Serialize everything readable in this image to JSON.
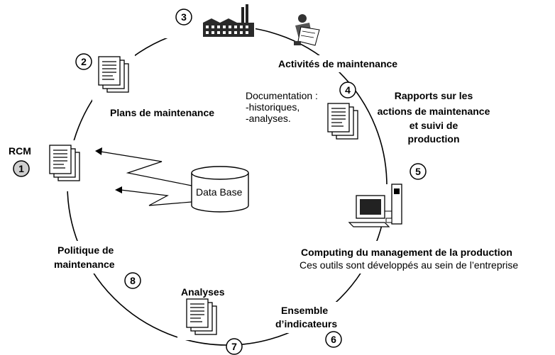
{
  "steps": [
    {
      "number": "1",
      "label": "RCM"
    },
    {
      "number": "2",
      "label": "Plans de maintenance"
    },
    {
      "number": "3",
      "label": "Activités de maintenance"
    },
    {
      "number": "4",
      "label_lines": [
        "Rapports sur les",
        "actions de maintenance",
        "et suivi de",
        "production"
      ]
    },
    {
      "number": "5",
      "label_lines": [
        "Computing du management de la production",
        "Ces outils sont développés au sein de l’entreprise"
      ]
    },
    {
      "number": "6",
      "label_lines": [
        "Ensemble",
        "d’indicateurs"
      ]
    },
    {
      "number": "7",
      "label": "Analyses"
    },
    {
      "number": "8",
      "label_lines": [
        "Politique de",
        "maintenance"
      ]
    }
  ],
  "documentation": [
    "Documentation :",
    "-historiques,",
    "-analyses."
  ],
  "database": {
    "label": "Data Base"
  },
  "icons": [
    "document-stack-icon",
    "factory-icon",
    "worker-icon",
    "computer-icon",
    "database-icon",
    "arrow-icon"
  ]
}
